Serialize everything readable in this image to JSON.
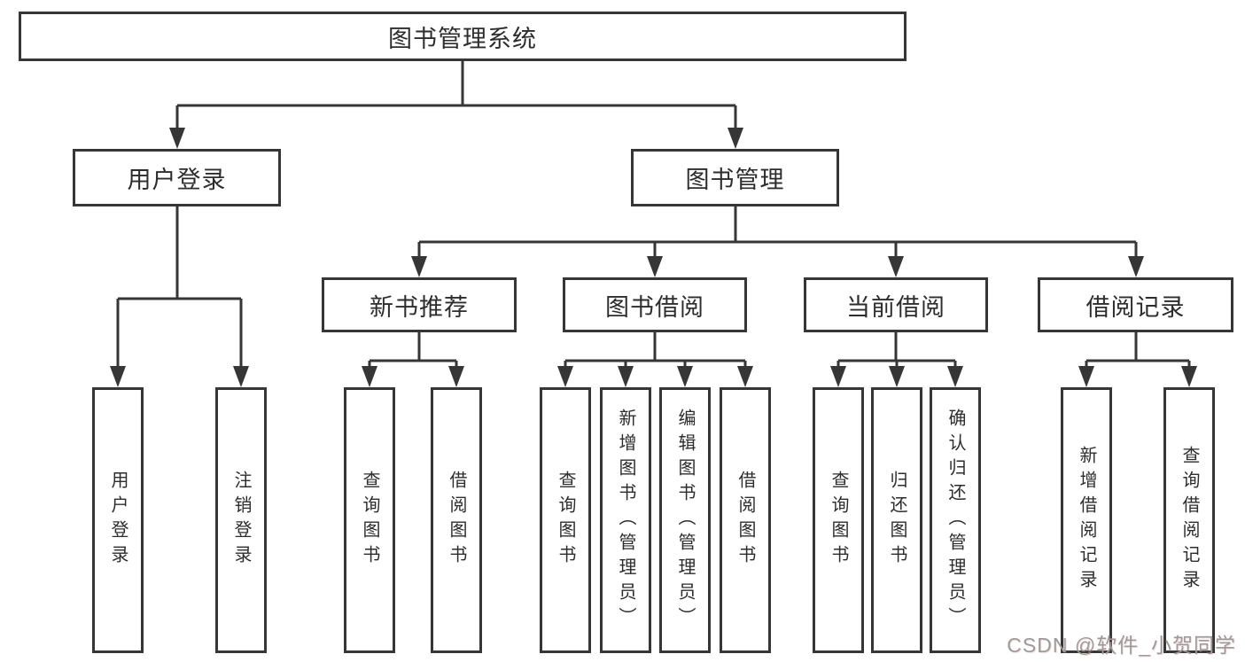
{
  "diagram": {
    "title": "图书管理系统",
    "branches": [
      {
        "label": "用户登录",
        "children": [
          "用户登录",
          "注销登录"
        ]
      },
      {
        "label": "图书管理",
        "children": [
          {
            "label": "新书推荐",
            "children": [
              "查询图书",
              "借阅图书"
            ]
          },
          {
            "label": "图书借阅",
            "children": [
              "查询图书",
              "新增图书（管理员）",
              "编辑图书（管理员）",
              "借阅图书"
            ]
          },
          {
            "label": "当前借阅",
            "children": [
              "查询图书",
              "归还图书",
              "确认归还（管理员）"
            ]
          },
          {
            "label": "借阅记录",
            "children": [
              "新增借阅记录",
              "查询借阅记录"
            ]
          }
        ]
      }
    ]
  },
  "colors": {
    "line": "#363636",
    "text": "#2d2d2d",
    "box_background": "#ffffff",
    "watermark": "#9b9b9b"
  },
  "watermark": {
    "text": "CSDN @软件_小贺同学"
  }
}
